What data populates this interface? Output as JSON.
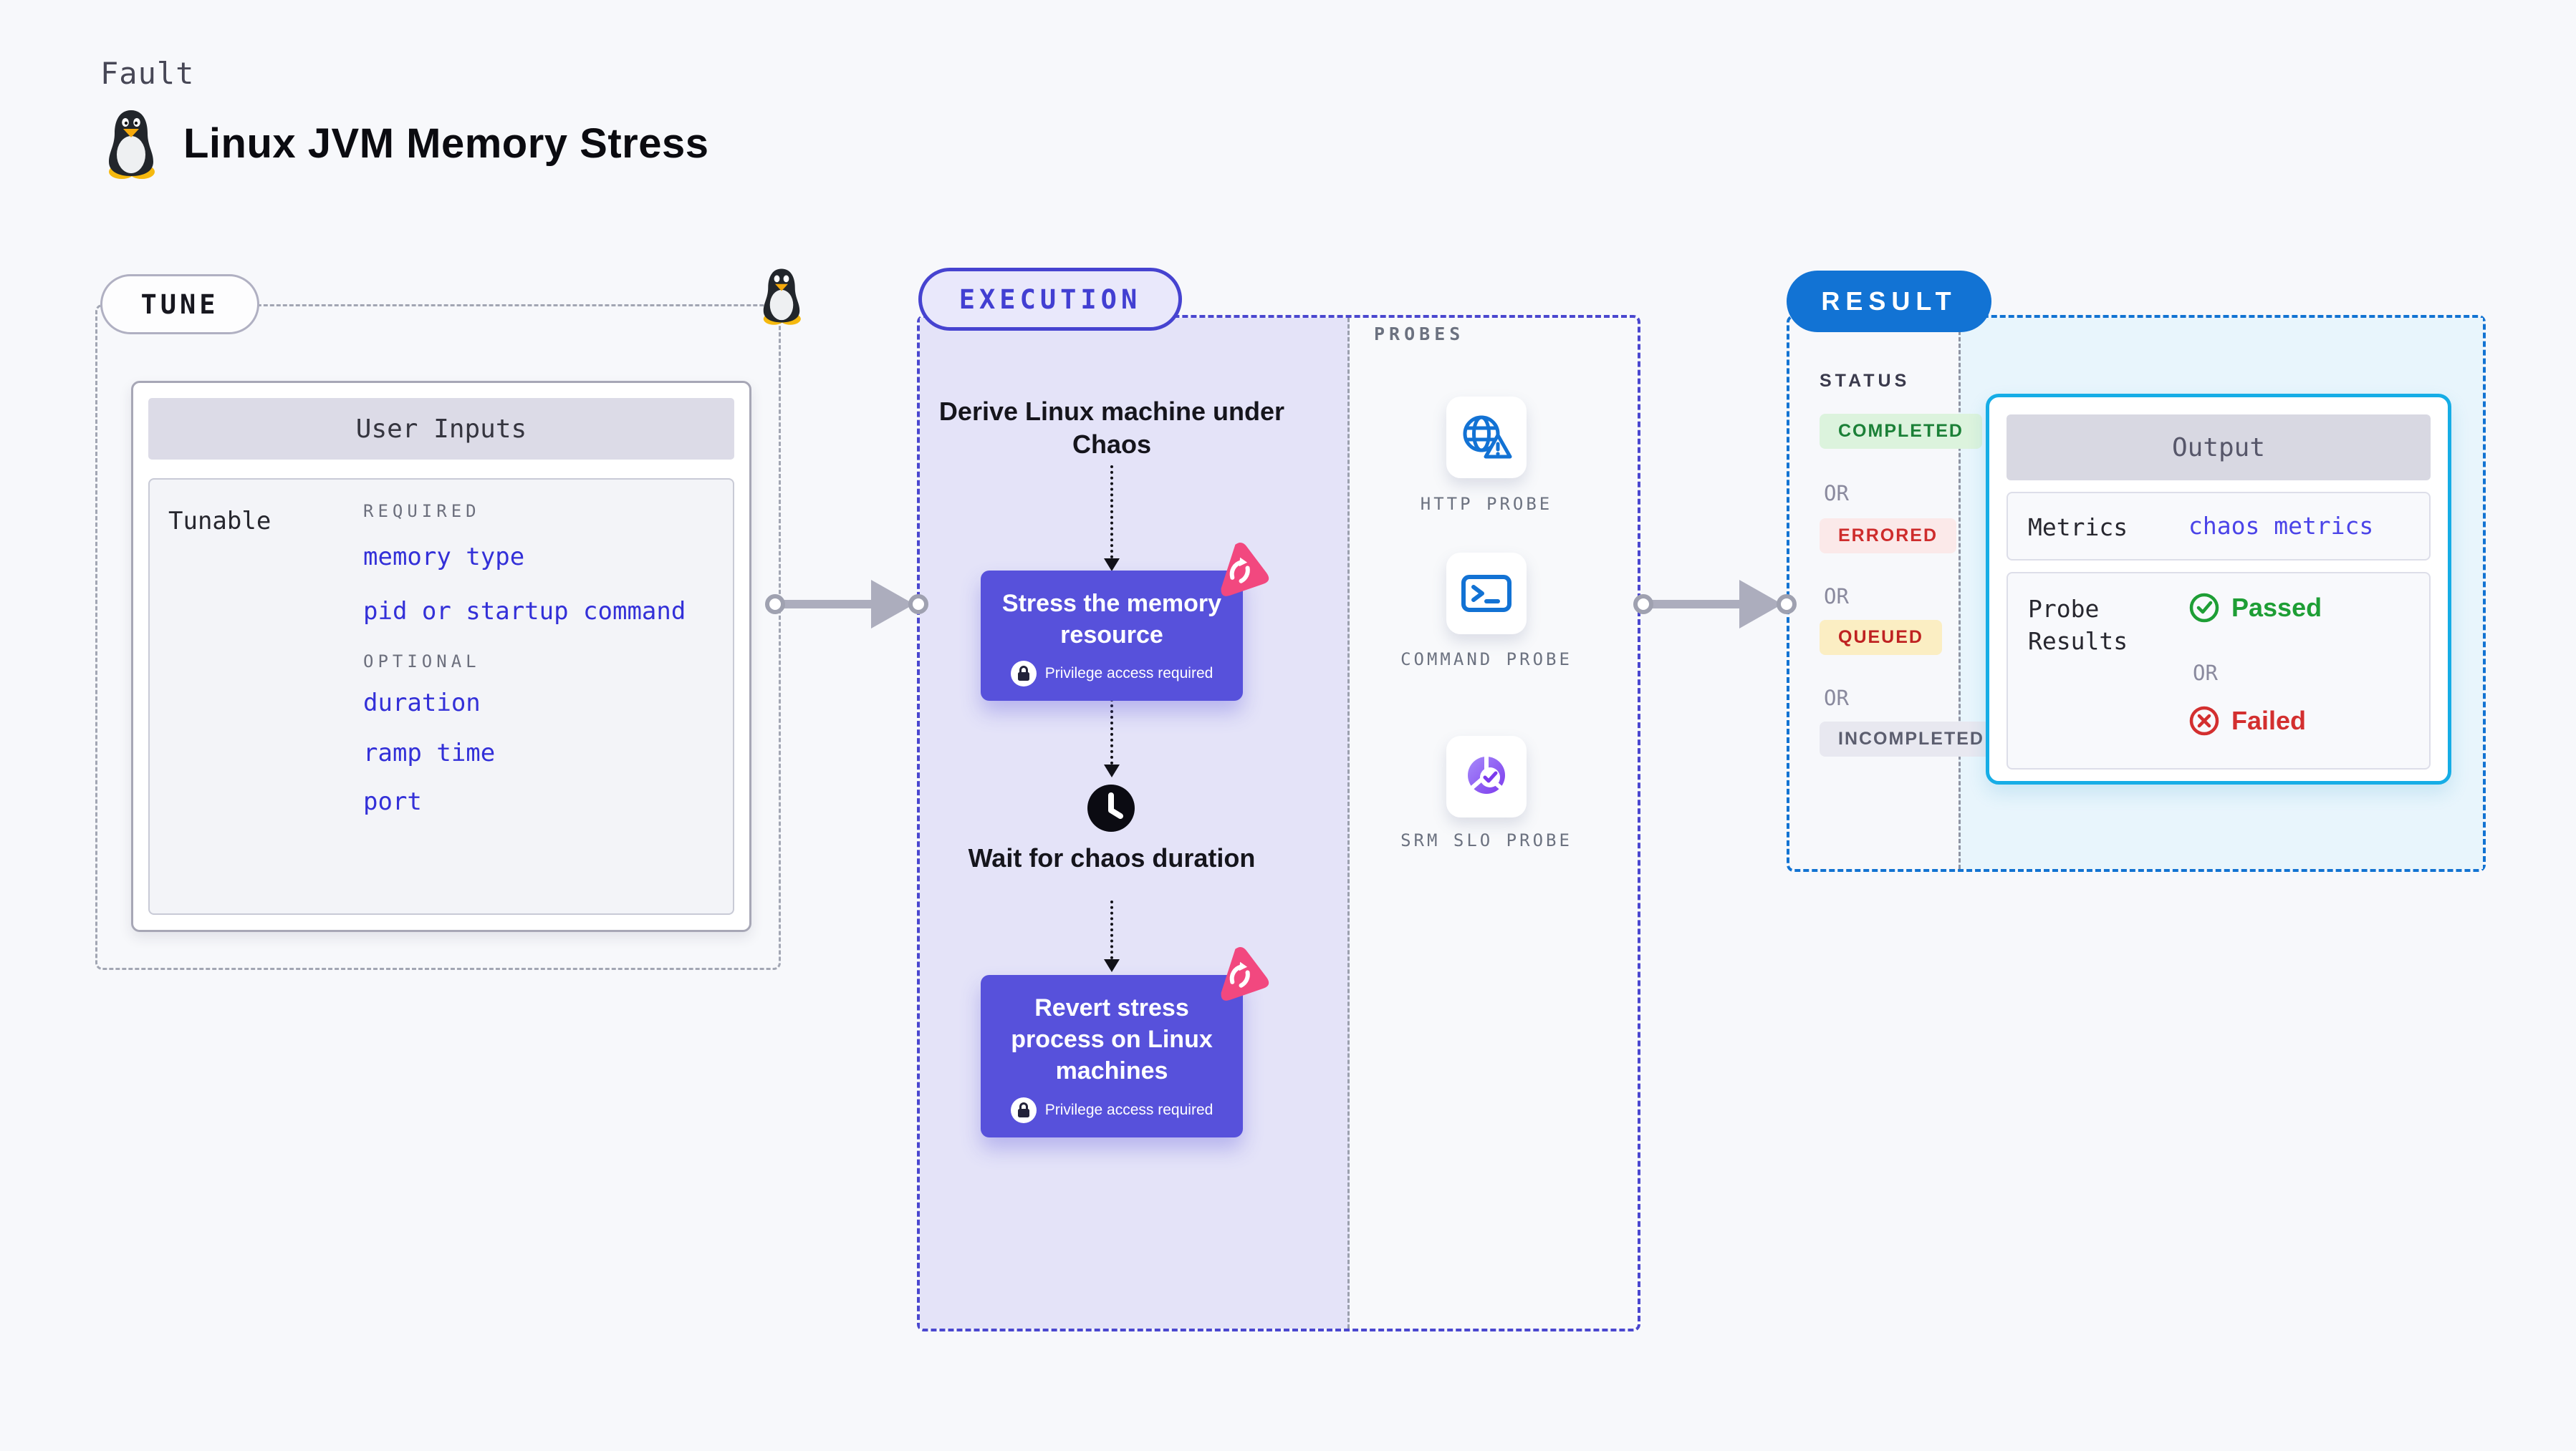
{
  "page": {
    "kicker": "Fault",
    "title": "Linux JVM Memory Stress"
  },
  "tune": {
    "label": "TUNE",
    "card_title": "User Inputs",
    "row_label": "Tunable",
    "required_label": "REQUIRED",
    "optional_label": "OPTIONAL",
    "required_inputs": [
      "memory type",
      "pid or startup command"
    ],
    "optional_inputs": [
      "duration",
      "ramp time",
      "port"
    ]
  },
  "execution": {
    "label": "EXECUTION",
    "derive_step": "Derive Linux machine under Chaos",
    "stress_step": "Stress the memory resource",
    "wait_step": "Wait for chaos duration",
    "revert_step": "Revert stress process on Linux machines",
    "privilege_note": "Privilege access required"
  },
  "probes": {
    "label": "PROBES",
    "items": [
      {
        "name": "HTTP PROBE",
        "icon": "globe-alert-icon"
      },
      {
        "name": "COMMAND PROBE",
        "icon": "terminal-icon"
      },
      {
        "name": "SRM SLO PROBE",
        "icon": "slo-donut-icon"
      }
    ]
  },
  "result": {
    "label": "RESULT",
    "status_label": "STATUS",
    "or_label": "OR",
    "statuses": [
      "COMPLETED",
      "ERRORED",
      "QUEUED",
      "INCOMPLETED"
    ],
    "output": {
      "title": "Output",
      "metrics_label": "Metrics",
      "metrics_value": "chaos metrics",
      "probe_results_label": "Probe Results",
      "passed_label": "Passed",
      "failed_label": "Failed"
    }
  },
  "colors": {
    "node_indigo": "#5751DB",
    "execution_border": "#4A47CF",
    "execution_fill": "#E4E3F8",
    "result_border": "#1273D2",
    "result_fill": "#E8F5FC",
    "output_border": "#16ADE6",
    "link_blue": "#3330D8",
    "badge_pink": "#F2487F",
    "passed_green": "#1E9E35",
    "failed_red": "#D32F2F"
  }
}
